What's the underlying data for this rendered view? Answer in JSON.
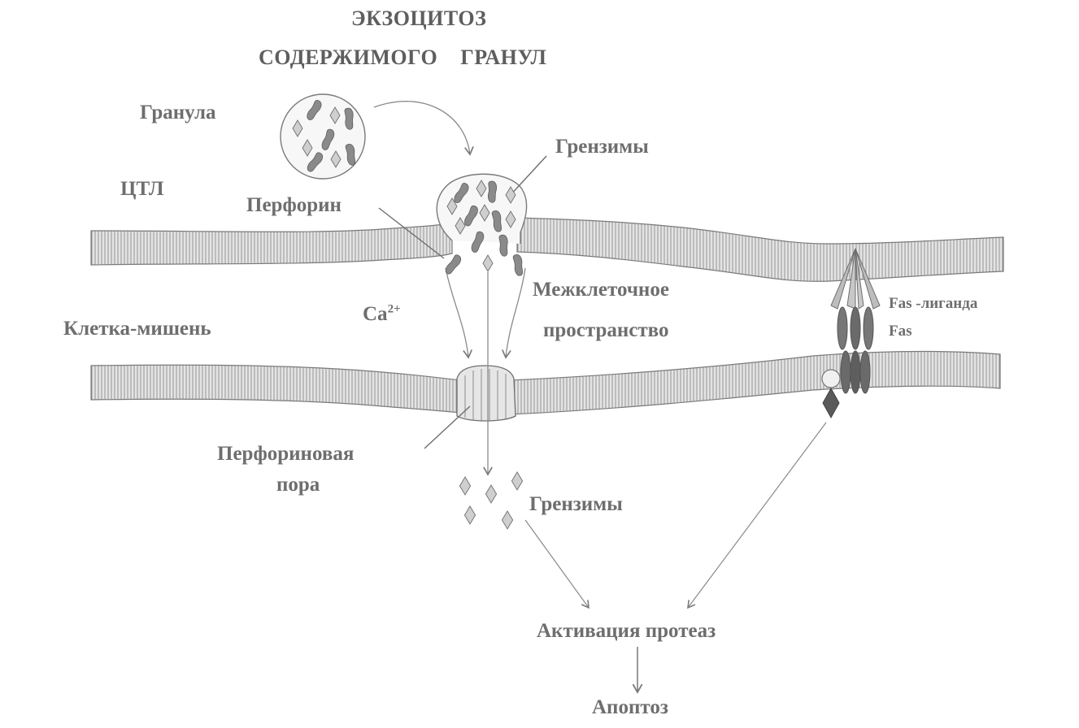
{
  "title": {
    "line1": "ЭКЗОЦИТОЗ",
    "line2": "СОДЕРЖИМОГО    ГРАНУЛ"
  },
  "labels": {
    "granule": "Гранула",
    "granzymes_top": "Грензимы",
    "ctl": "ЦТЛ",
    "perforin": "Перфорин",
    "calcium": "Ca",
    "calcium_charge": "2+",
    "intercellular_1": "Межклеточное",
    "intercellular_2": "пространство",
    "target_cell": "Клетка-мишень",
    "fas_ligand": "Fas -лиганда",
    "fas": "Fas",
    "perforin_pore_1": "Перфориновая",
    "perforin_pore_2": "пора",
    "granzymes_bottom": "Грензимы",
    "protease_activation": "Активация протеаз",
    "apoptosis": "Апоптоз"
  },
  "colors": {
    "text": "#6e6e6e",
    "membrane_fill": "#dcdcdc",
    "membrane_stroke": "#7a7a7a",
    "perforin_fill": "#8a8a8a",
    "granzyme_fill": "#cfcfcf",
    "fas_dark": "#6a6a6a",
    "fasl_light": "#bdbdbd",
    "line": "#8a8a8a"
  }
}
